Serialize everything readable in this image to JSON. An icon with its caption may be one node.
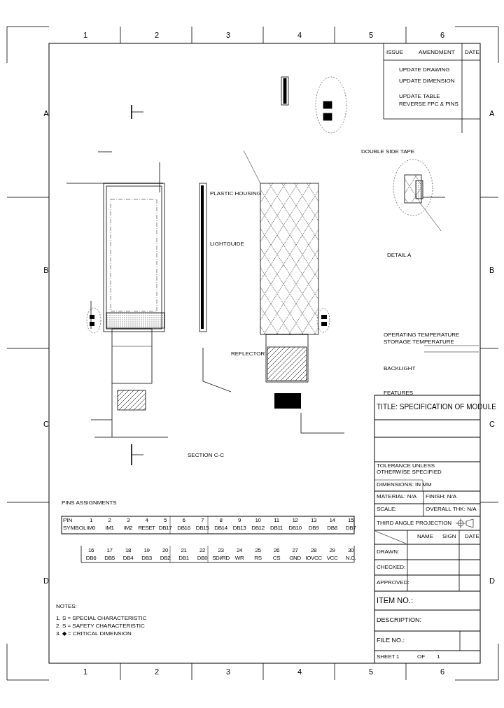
{
  "diagram": {
    "labels": [
      "1",
      "2",
      "3",
      "4",
      "5",
      "6",
      "A",
      "B",
      "C",
      "D",
      "A",
      "B",
      "C",
      "D",
      "1",
      "2",
      "3",
      "4",
      "5",
      "6",
      "ISSUE",
      "AMENDMENT",
      "DATE",
      "UPDATE DRAWING",
      "UPDATE DIMENSION",
      "UPDATE TABLE",
      "REVERSE FPC & PINS",
      "PLASTIC HOUSING",
      "LIGHTGUIDE",
      "REFLECTOR",
      "SECTION C-C",
      "DOUBLE SIDE TAPE",
      "DETAIL A",
      "OPERATING TEMPERATURE",
      "STORAGE TEMPERATURE",
      "BACKLIGHT",
      "FEATURES",
      "TITLE: SPECIFICATION OF MODULE",
      "TOLERANCE UNLESS OTHERWISE SPECIFIED",
      "DIMENSIONS: IN MM",
      "MATERIAL: N/A",
      "FINISH: N/A",
      "SCALE:",
      "OVERALL THK: N/A",
      "THIRD ANGLE PROJECTION",
      "NAME",
      "SIGN",
      "DATE",
      "DRAWN:",
      "CHECKED:",
      "APPROVED:",
      "ITEM NO.:",
      "DESCRIPTION:",
      "FILE NO.:",
      "SHEET",
      "1",
      "OF",
      "1",
      "PINS ASSIGNMENTS",
      "PIN",
      "1",
      "2",
      "3",
      "4",
      "5",
      "6",
      "7",
      "8",
      "9",
      "10",
      "11",
      "12",
      "13",
      "14",
      "15",
      "SYMBOL",
      "IM0",
      "IM1",
      "IM2",
      "RESET",
      "DB17",
      "DB16",
      "DB15",
      "DB14",
      "DB13",
      "DB12",
      "DB11",
      "DB10",
      "DB9",
      "DB8",
      "DB7",
      "16",
      "17",
      "18",
      "19",
      "20",
      "21",
      "22",
      "23",
      "24",
      "25",
      "26",
      "27",
      "28",
      "29",
      "30",
      "DB6",
      "DB5",
      "DB4",
      "DB3",
      "DB2",
      "DB1",
      "DB0",
      "SDI/RD",
      "WR",
      "RS",
      "CS",
      "GND",
      "IOVCC",
      "VCC",
      "N.C.",
      "NOTES:",
      "1. S = SPECIAL CHARACTERISTIC",
      "2. S = SAFETY CHARACTERISTIC",
      "3. ◆ = CRITICAL DIMENSION"
    ]
  }
}
